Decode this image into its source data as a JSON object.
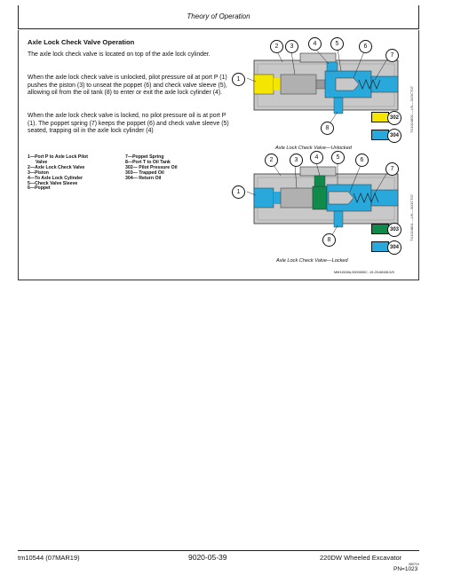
{
  "header": {
    "title": "Theory of Operation"
  },
  "section": {
    "title": "Axle Lock Check Valve Operation",
    "paragraphs": [
      "The axle lock check valve is located on top of the axle lock cylinder.",
      "When the axle lock check valve is unlocked, pilot pressure oil at port P (1) pushes the piston (3) to unseat the poppet (6) and check valve sleeve (5), allowing oil from the oil tank (8) to enter or exit the axle lock cylinder (4).",
      "When the axle lock check valve is locked, no pilot pressure oil is at port P (1). The poppet spring (7) keeps the poppet (6) and check valve sleeve (5) seated, trapping oil in the axle lock cylinder (4)"
    ],
    "legend_left": [
      "1—Port P to Axle Lock Pilot",
      "Valve",
      "2—Axle Lock Check Valve",
      "3—Piston",
      "4—To Axle Lock Cylinder",
      "5—Check Valve Sleeve",
      "6—Poppet"
    ],
    "legend_right": [
      "7—Poppet Spring",
      "8—Port T to Oil Tank",
      "302— Pilot Pressure Oil",
      "303— Trapped Oil",
      "304— Return Oil"
    ]
  },
  "figures": {
    "top": {
      "caption": "Axle Lock Check Valve—Unlocked",
      "side_id": "TX1024800 —UN—31OCT07",
      "callouts": [
        "1",
        "2",
        "3",
        "4",
        "5",
        "6",
        "7",
        "8"
      ],
      "swatches": [
        {
          "num": "302",
          "color": "#f4e600"
        },
        {
          "num": "304",
          "color": "#29a8dc"
        }
      ]
    },
    "bottom": {
      "caption": "Axle Lock Check Valve—Locked",
      "side_id": "TX1024801 —UN—31OCT07",
      "callouts": [
        "1",
        "2",
        "3",
        "4",
        "5",
        "6",
        "7",
        "8"
      ],
      "swatches": [
        {
          "num": "303",
          "color": "#0f8a4a"
        },
        {
          "num": "304",
          "color": "#29a8dc"
        }
      ]
    },
    "reference": "MM11528A,0000650C -19-25JAN08-5/5"
  },
  "footer": {
    "left": "tm10544 (07MAR19)",
    "center": "9020-05-39",
    "right": "220DW Wheeled Excavator",
    "right_small": "080719",
    "page": "PN=1023"
  },
  "colors": {
    "pilot_pressure": "#f4e600",
    "trapped": "#0f8a4a",
    "return": "#29a8dc",
    "body": "#c8c8c8"
  }
}
